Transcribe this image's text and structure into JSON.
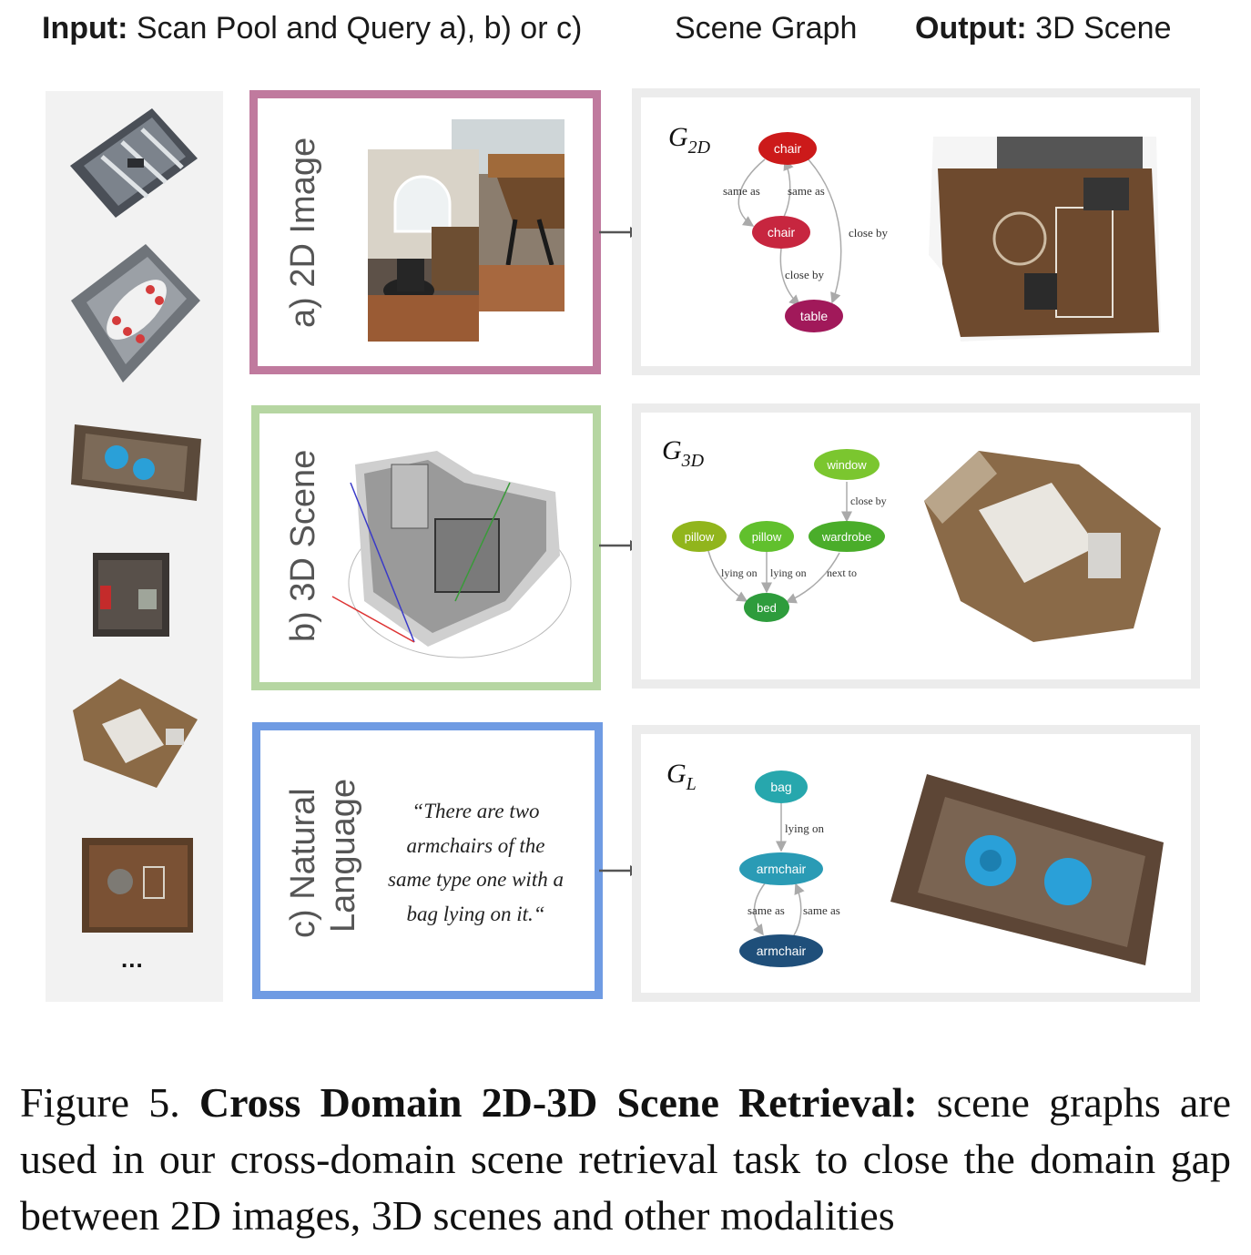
{
  "header": {
    "input_label": "Input:",
    "input_text": " Scan Pool and Query a), b) or c)",
    "graph_label": "Scene Graph",
    "output_label": "Output:",
    "output_text": " 3D Scene"
  },
  "scan_pool": {
    "ellipsis": "..."
  },
  "queries": {
    "a": {
      "label": "a) 2D Image",
      "color": "#c07a9e"
    },
    "b": {
      "label": "b) 3D Scene",
      "color": "#b6d6a2"
    },
    "c": {
      "label_line1": "c) Natural",
      "label_line2": "Language",
      "color": "#6f9be3",
      "quote": "“There are two armchairs of the same type one with a bag lying on it.“"
    }
  },
  "graphs": {
    "g2d": {
      "name": "G",
      "sub": "2D",
      "nodes": [
        "chair",
        "chair",
        "table"
      ],
      "edges": [
        "same as",
        "same as",
        "close by",
        "close by"
      ]
    },
    "g3d": {
      "name": "G",
      "sub": "3D",
      "nodes": [
        "window",
        "pillow",
        "pillow",
        "wardrobe",
        "bed"
      ],
      "edges": [
        "close by",
        "lying on",
        "lying on",
        "next to"
      ]
    },
    "gl": {
      "name": "G",
      "sub": "L",
      "nodes": [
        "bag",
        "armchair",
        "armchair"
      ],
      "edges": [
        "lying on",
        "same as",
        "same as"
      ]
    }
  },
  "caption": {
    "prefix": "Figure 5. ",
    "bold": "Cross Domain 2D-3D Scene Retrieval:",
    "text": " scene graphs are used in our cross-domain scene retrieval task to close the domain gap between 2D images, 3D scenes and other modalities"
  }
}
